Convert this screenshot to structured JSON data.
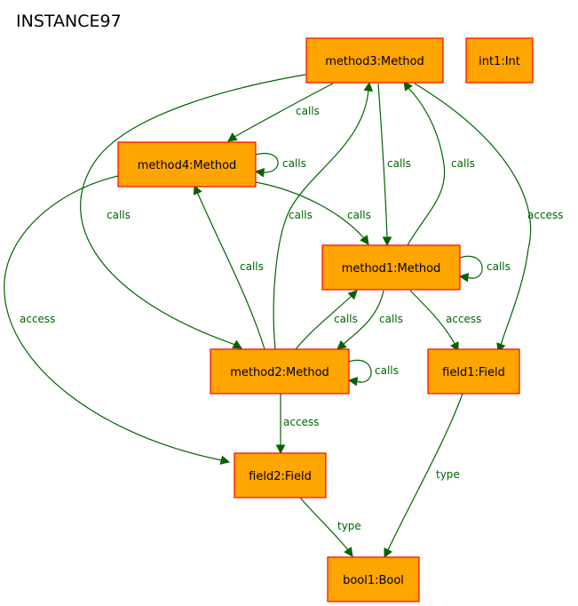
{
  "title": "INSTANCE97",
  "colors": {
    "node_fill": "#ffa500",
    "node_border": "#ff0000",
    "edge": "#006400",
    "label": "#006400"
  },
  "nodes": [
    {
      "id": "method3",
      "label": "method3:Method"
    },
    {
      "id": "int1",
      "label": "int1:Int"
    },
    {
      "id": "method4",
      "label": "method4:Method"
    },
    {
      "id": "method1",
      "label": "method1:Method"
    },
    {
      "id": "method2",
      "label": "method2:Method"
    },
    {
      "id": "field1",
      "label": "field1:Field"
    },
    {
      "id": "field2",
      "label": "field2:Field"
    },
    {
      "id": "bool1",
      "label": "bool1:Bool"
    }
  ],
  "edges": [
    {
      "from": "method3",
      "to": "method4",
      "label": "calls"
    },
    {
      "from": "method3",
      "to": "method2",
      "label": "calls"
    },
    {
      "from": "method3",
      "to": "method1",
      "label": "calls"
    },
    {
      "from": "method3",
      "to": "field1",
      "label": "access"
    },
    {
      "from": "method4",
      "to": "method4",
      "label": "calls"
    },
    {
      "from": "method4",
      "to": "method1",
      "label": "calls"
    },
    {
      "from": "method4",
      "to": "field2",
      "label": "access"
    },
    {
      "from": "method1",
      "to": "method3",
      "label": "calls"
    },
    {
      "from": "method1",
      "to": "method1",
      "label": "calls"
    },
    {
      "from": "method1",
      "to": "method2",
      "label": "calls"
    },
    {
      "from": "method1",
      "to": "field1",
      "label": "access"
    },
    {
      "from": "method2",
      "to": "method4",
      "label": "calls"
    },
    {
      "from": "method2",
      "to": "method3",
      "label": "calls"
    },
    {
      "from": "method2",
      "to": "method1",
      "label": "calls"
    },
    {
      "from": "method2",
      "to": "method2",
      "label": "calls"
    },
    {
      "from": "method2",
      "to": "field2",
      "label": "access"
    },
    {
      "from": "field2",
      "to": "bool1",
      "label": "type"
    },
    {
      "from": "field1",
      "to": "bool1",
      "label": "type"
    }
  ]
}
